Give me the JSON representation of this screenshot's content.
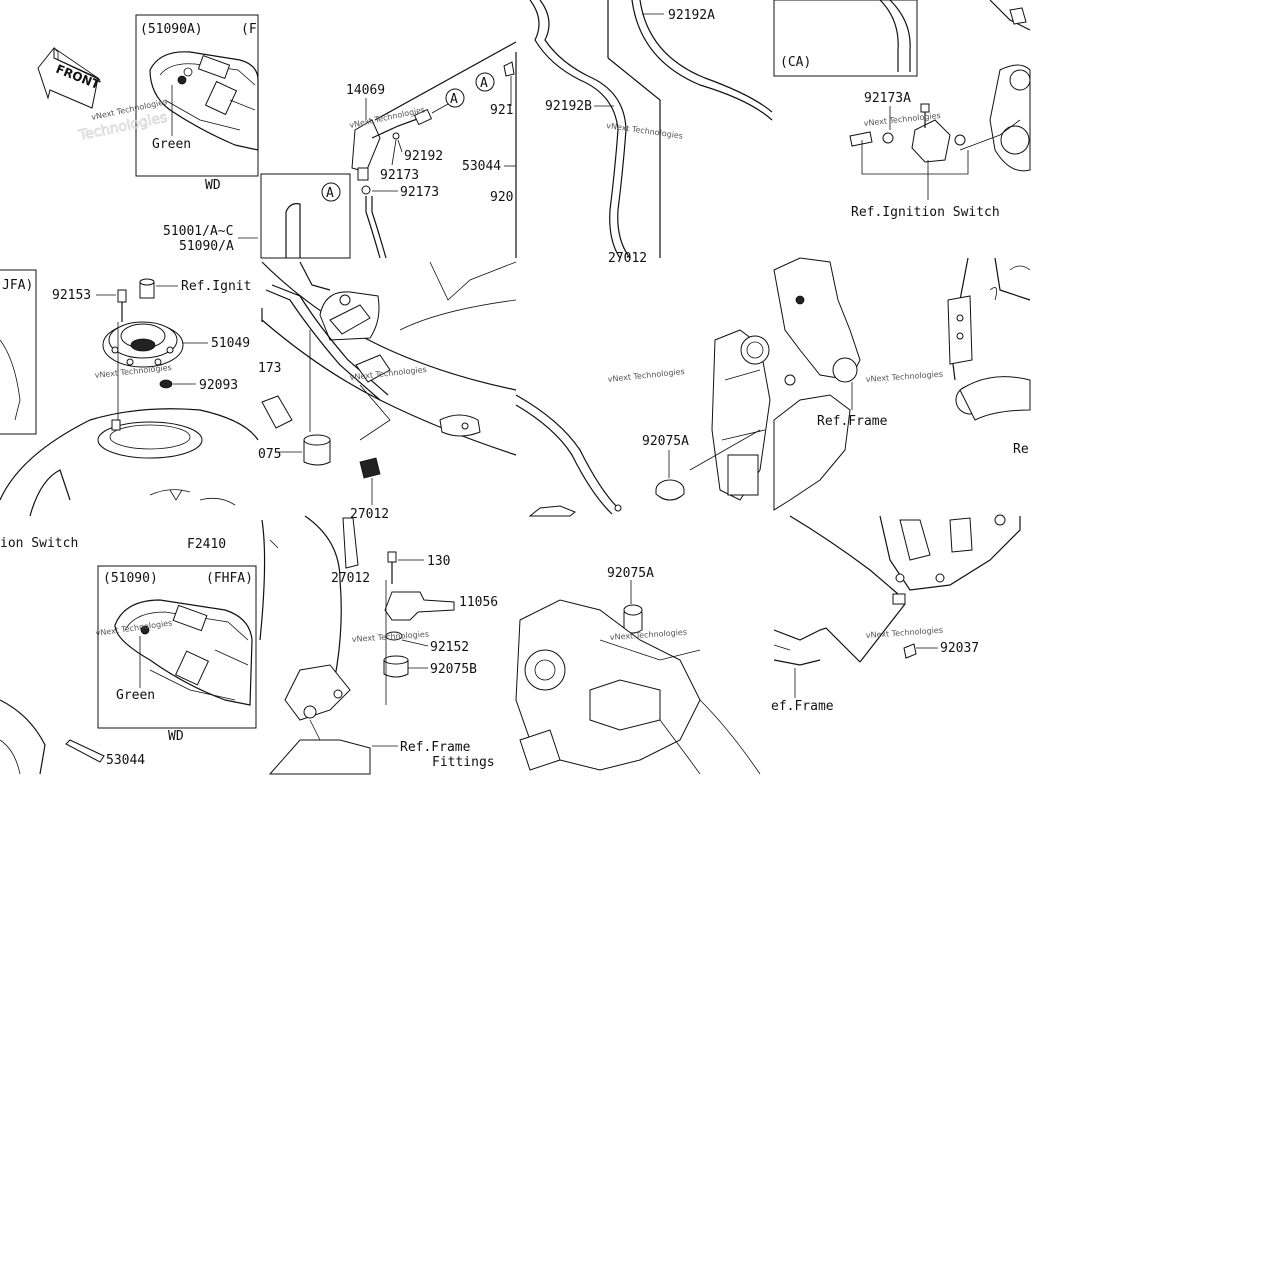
{
  "front_label": "FRONT",
  "watermark": {
    "line1": "vNext Technologies",
    "line2": "Technologies"
  },
  "callouts": {
    "c51090A": "(51090A)",
    "cF_top": "(F",
    "green_top": "Green",
    "wd_top": "WD",
    "c14069": "14069",
    "cA1": "A",
    "cA2": "A",
    "cA3": "A",
    "c92192": "92192",
    "c92173_a": "92173",
    "c92173_b": "92173",
    "c921": "921",
    "c53044_top": "53044",
    "c920": "920",
    "c51001": "51001/A~C",
    "c51090A_label": "51090/A",
    "c92192A": "92192A",
    "c92192B": "92192B",
    "c27012_top": "27012",
    "cCA": "(CA)",
    "c92173A": "92173A",
    "ref_ignition_right": "Ref.Ignition Switch",
    "cJFA": "JFA)",
    "c92153": "92153",
    "ref_ignit": "Ref.Ignit",
    "c51049": "51049",
    "c92093": "92093",
    "c173": "173",
    "c075": "075",
    "c27012_mid": "27012",
    "c92075A_mid": "92075A",
    "ref_frame_mid": "Ref.Frame",
    "re_right": "Re",
    "ion_switch": "ion Switch",
    "f2410": "F2410",
    "c51090": "(51090)",
    "cFHFA": "(FHFA)",
    "green_bot": "Green",
    "wd_bot": "WD",
    "c53044_bot": "53044",
    "c27012_bot": "27012",
    "c130": "130",
    "c11056": "11056",
    "c92152": "92152",
    "c92075B": "92075B",
    "ref_frame_fittings_1": "Ref.Frame",
    "ref_frame_fittings_2": "Fittings",
    "c92075A_bot": "92075A",
    "c92037": "92037",
    "ef_frame": "ef.Frame"
  }
}
